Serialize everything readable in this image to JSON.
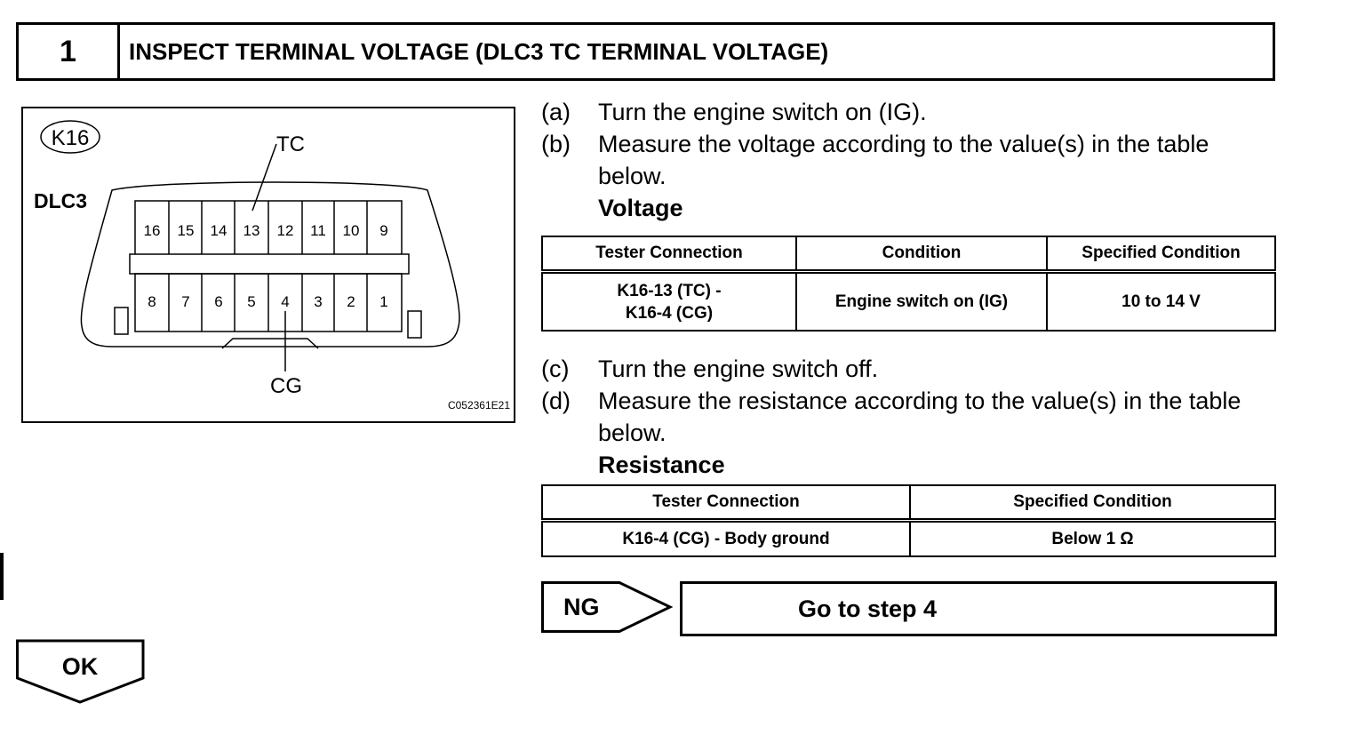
{
  "header": {
    "step_number": "1",
    "title": "INSPECT TERMINAL VOLTAGE (DLC3 TC TERMINAL VOLTAGE)"
  },
  "figure": {
    "connector_id": "K16",
    "connector_name": "DLC3",
    "tc_label": "TC",
    "cg_label": "CG",
    "figure_code": "C052361E21",
    "top_pins": [
      "16",
      "15",
      "14",
      "13",
      "12",
      "11",
      "10",
      "9"
    ],
    "bottom_pins": [
      "8",
      "7",
      "6",
      "5",
      "4",
      "3",
      "2",
      "1"
    ]
  },
  "steps": [
    {
      "letter": "(a)",
      "text": "Turn the engine switch on (IG)."
    },
    {
      "letter": "(b)",
      "text": "Measure the voltage according to the value(s) in the table below."
    },
    {
      "letter": "(c)",
      "text": "Turn the engine switch off."
    },
    {
      "letter": "(d)",
      "text": "Measure the resistance according to the value(s) in the table below."
    }
  ],
  "voltage": {
    "heading": "Voltage",
    "headers": [
      "Tester Connection",
      "Condition",
      "Specified Condition"
    ],
    "row": {
      "connection_line1": "K16-13 (TC) -",
      "connection_line2": "K16-4 (CG)",
      "condition": "Engine switch on (IG)",
      "specified": "10 to 14 V"
    }
  },
  "resistance": {
    "heading": "Resistance",
    "headers": [
      "Tester Connection",
      "Specified Condition"
    ],
    "row": {
      "connection": "K16-4 (CG) - Body ground",
      "specified": "Below 1 Ω"
    }
  },
  "ng_label": "NG",
  "goto_label": "Go to step 4",
  "ok_label": "OK"
}
